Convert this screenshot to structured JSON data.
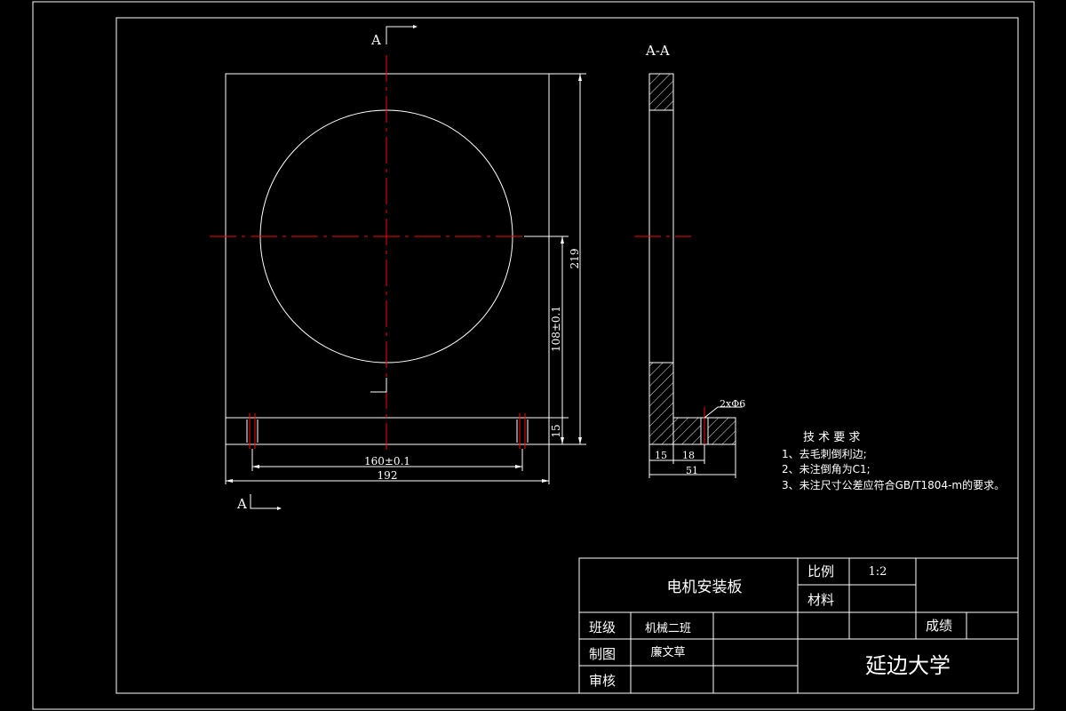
{
  "drawing": {
    "section_marks": {
      "top": "A",
      "bottom": "A",
      "section_title": "A-A"
    },
    "front_view": {
      "dims": {
        "height_total": "219",
        "height_center": "108±0.1",
        "height_slot": "15",
        "width_slots": "160±0.1",
        "width_total": "192"
      }
    },
    "section_view": {
      "dims": {
        "hole_callout": "2xΦ6",
        "dim_15": "15",
        "dim_18": "18",
        "dim_51": "51"
      }
    },
    "notes": {
      "title": "技 术 要 求",
      "items": [
        "1、去毛刺倒利边;",
        "2、未注倒角为C1;",
        "3、未注尺寸公差应符合GB/T1804-m的要求。"
      ]
    }
  },
  "title_block": {
    "part_name": "电机安装板",
    "scale_label": "比例",
    "scale_value": "1:2",
    "material_label": "材料",
    "material_value": "",
    "grade_label": "成绩",
    "class_label": "班级",
    "class_value": "机械二班",
    "drawn_label": "制图",
    "drawn_value": "廉文草",
    "review_label": "审核",
    "school": "延边大学"
  },
  "colors": {
    "background": "#000000",
    "lines": "#ffffff",
    "centerlines": "#ff0000"
  }
}
